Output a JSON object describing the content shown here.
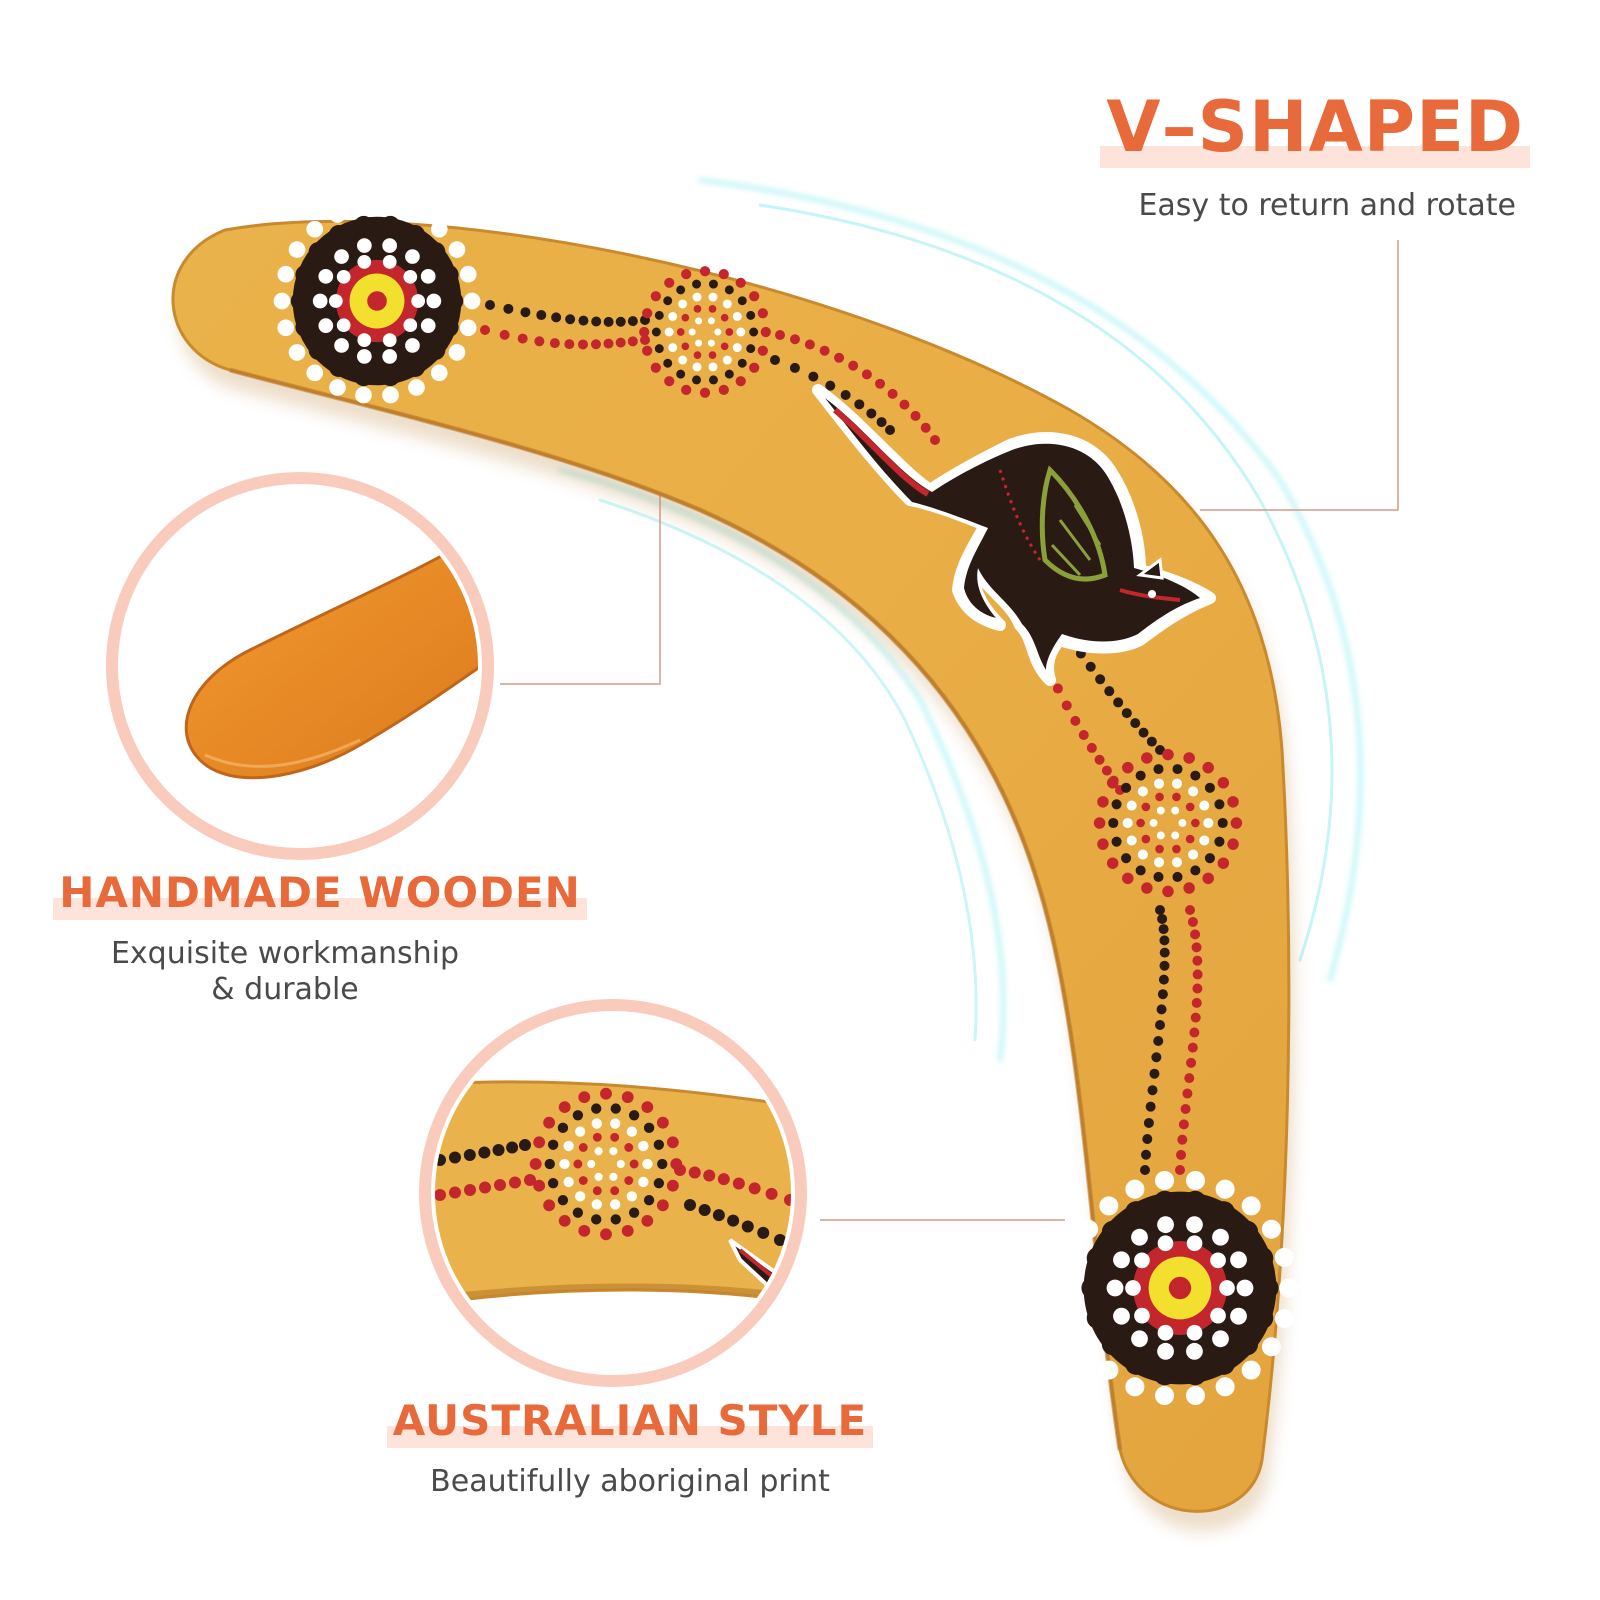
{
  "features": {
    "v_shaped": {
      "title": "V–SHAPED",
      "subtitle": "Easy to return and rotate"
    },
    "handmade": {
      "title": "HANDMADE WOODEN",
      "subtitle_lines": [
        "Exquisite workmanship",
        "& durable"
      ]
    },
    "australian": {
      "title": "AUSTRALIAN STYLE",
      "subtitle": "Beautifully aboriginal print"
    }
  },
  "colors": {
    "accent": "#e8693a",
    "title_highlight": "#fde3da",
    "wood": "#e9ad45",
    "wood_dark": "#c98a2d",
    "circle_ring": "#f8cbbd",
    "motion_line": "#7ee9ee",
    "leader_line": "#d99a85",
    "dot_red": "#c4262e",
    "dot_black": "#2a1a14",
    "dot_white": "#ffffff",
    "dot_yellow": "#f2df2e"
  },
  "icons": [
    "boomerang-image",
    "kangaroo-illustration",
    "dot-painting-motif"
  ]
}
